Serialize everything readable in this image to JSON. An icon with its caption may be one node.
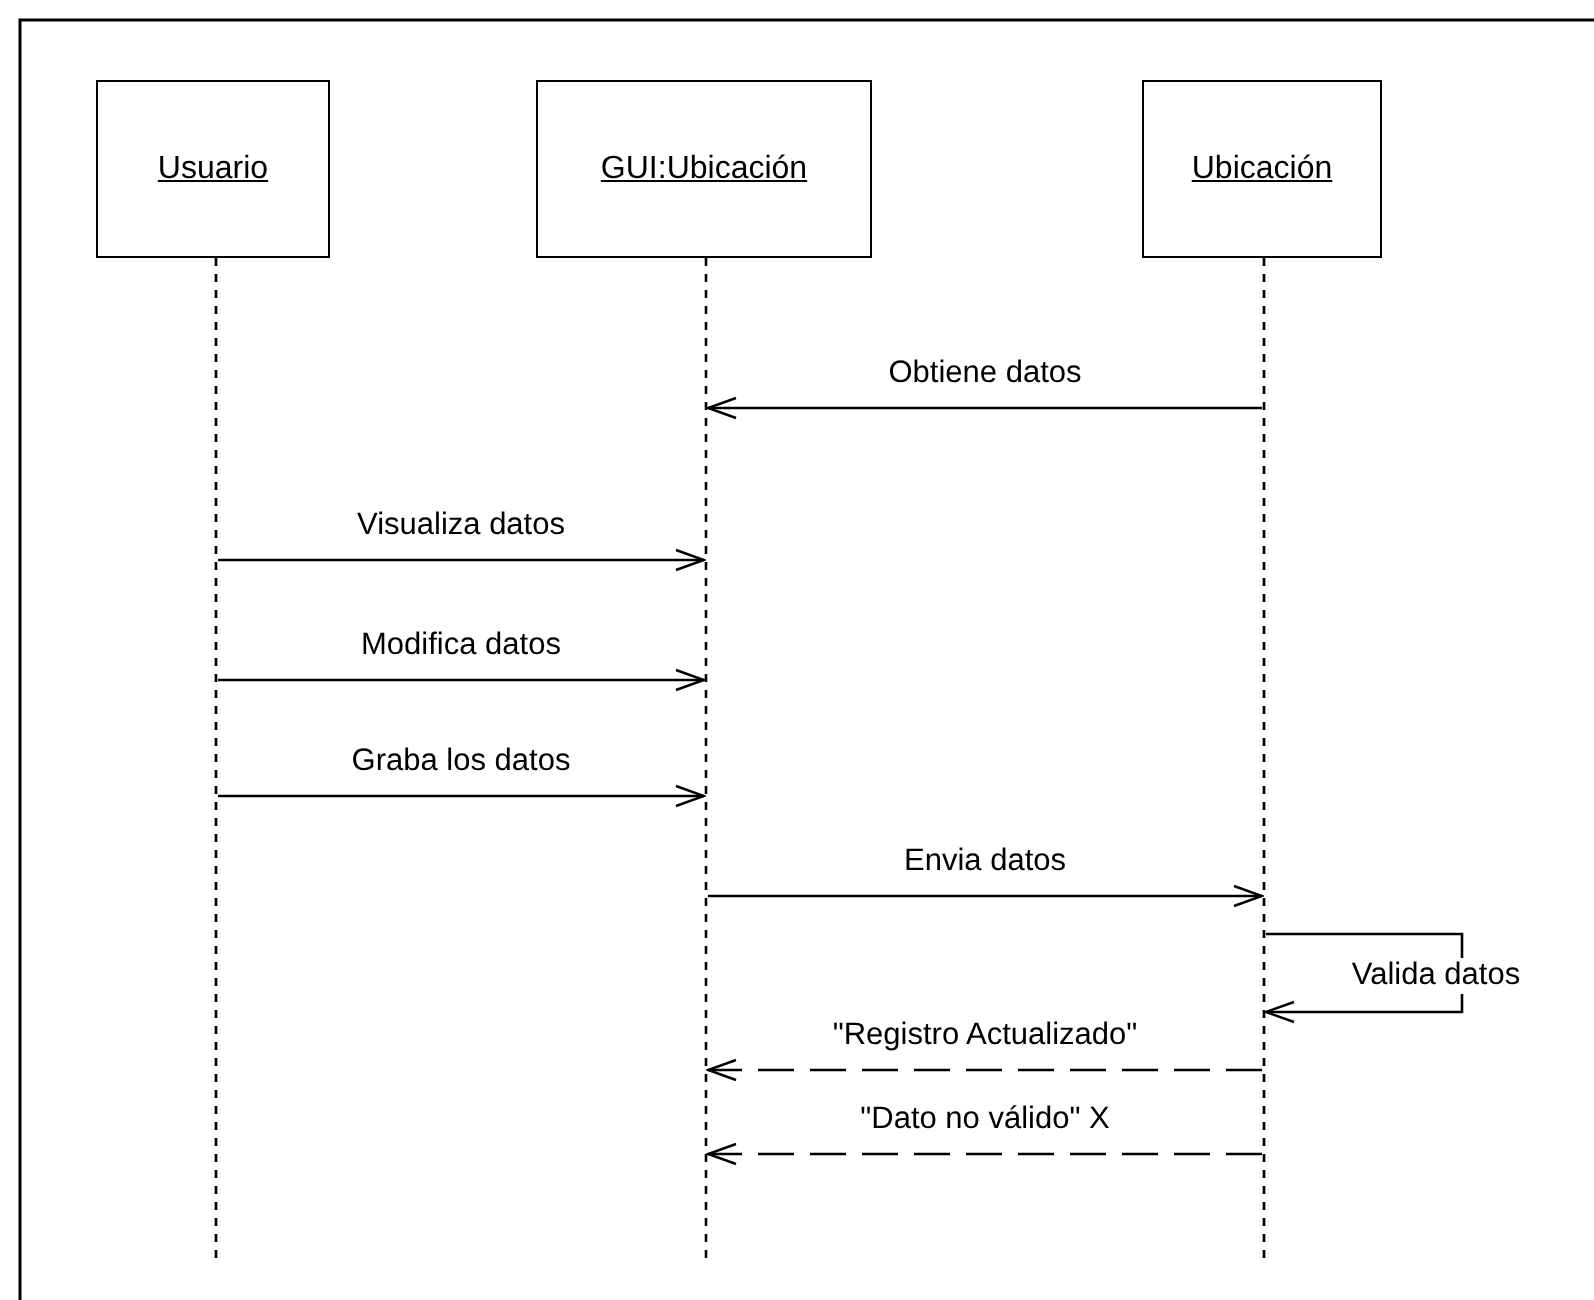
{
  "diagram": {
    "nodes": [
      {
        "text": [
          "Usuario"
        ]
      },
      {
        "text": [
          "GUI:Ubicación"
        ]
      },
      {
        "text": [
          "Ubicación"
        ]
      },
      {
        "text": [],
        "shape": "line"
      },
      {
        "text": [],
        "shape": "line"
      },
      {
        "text": [],
        "shape": "line"
      }
    ],
    "edges": [
      {
        "from": 5,
        "to": 4,
        "arrow": "to",
        "label": "Obtiene datos"
      },
      {
        "from": 3,
        "to": 4,
        "arrow": "to",
        "label": "Visualiza datos"
      },
      {
        "from": 3,
        "to": 4,
        "arrow": "to",
        "label": "Modifica datos"
      },
      {
        "from": 3,
        "to": 4,
        "arrow": "to",
        "label": "Graba los datos"
      },
      {
        "from": 4,
        "to": 5,
        "arrow": "to",
        "label": "Envia datos"
      },
      {
        "from": 5,
        "to": 5,
        "arrow": "to",
        "label": "Valida datos"
      },
      {
        "from": 5,
        "to": 4,
        "arrow": "to",
        "label": "\"Registro Actualizado\"",
        "style": "dashed"
      },
      {
        "from": 5,
        "to": 4,
        "arrow": "to",
        "label": "\"Dato no válido\"  X",
        "style": "dashed"
      }
    ]
  }
}
